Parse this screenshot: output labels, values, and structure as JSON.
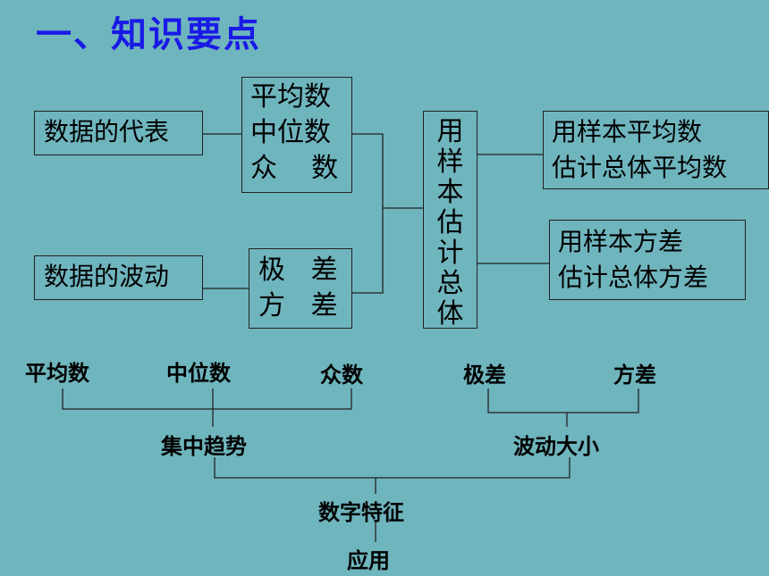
{
  "title": "一、知识要点",
  "top_diagram": {
    "data_representative": "数据的代表",
    "measures_center": [
      "平均数",
      "中位数",
      "众    数"
    ],
    "data_fluctuation": "数据的波动",
    "measures_spread": [
      "极   差",
      "方   差"
    ],
    "estimate_population": [
      "用",
      "样",
      "本",
      "估",
      "计",
      "总",
      "体"
    ],
    "estimate_mean": [
      "用样本平均数",
      "估计总体平均数"
    ],
    "estimate_variance": [
      "用样本方差",
      "估计总体方差"
    ]
  },
  "bottom_tree": {
    "mean": "平均数",
    "median": "中位数",
    "mode": "众数",
    "range": "极差",
    "variance": "方差",
    "central_tendency": "集中趋势",
    "fluctuation_size": "波动大小",
    "numeric_features": "数字特征",
    "application": "应用"
  }
}
